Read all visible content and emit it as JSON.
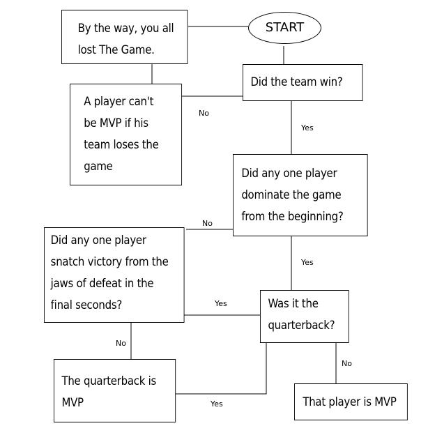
{
  "nodes": {
    "start": "START",
    "lost_game": "By the way, you all\nlost The Game.",
    "team_win": "Did the team win?",
    "cant_mvp": "A player can't\nbe MVP if his\nteam loses the\ngame",
    "dominate": "Did any one player\ndominate the game\nfrom the beginning?",
    "snatch": "Did any one player\nsnatch victory from the\njaws of defeat in the\nfinal seconds?",
    "quarterback_q": "Was it the\nquarterback?",
    "qb_mvp": "The quarterback is\nMVP",
    "player_mvp": "That player is MVP"
  },
  "edge_labels": {
    "win_no": "No",
    "win_yes": "Yes",
    "dominate_no": "No",
    "dominate_yes": "Yes",
    "snatch_yes": "Yes",
    "snatch_no": "No",
    "qb_no": "No",
    "qb_yes": "Yes"
  }
}
